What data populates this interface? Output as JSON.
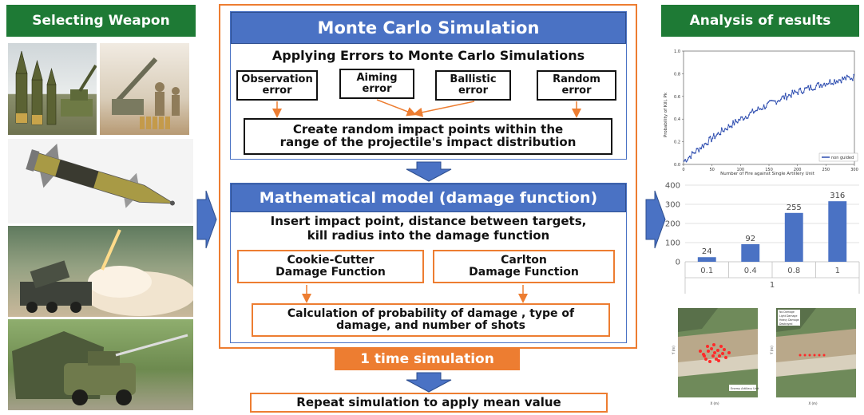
{
  "left": {
    "header": "Selecting Weapon"
  },
  "center": {
    "mc_title": "Monte Carlo Simulation",
    "mc_subtitle": "Applying Errors to Monte Carlo Simulations",
    "errors": [
      {
        "line1": "Observation",
        "line2": "error"
      },
      {
        "line1": "Aiming",
        "line2": "error"
      },
      {
        "line1": "Ballistic",
        "line2": "error"
      },
      {
        "line1": "Random",
        "line2": "error"
      }
    ],
    "impact_line1": "Create random impact points within the",
    "impact_line2": "range of the projectile's impact distribution",
    "math_title": "Mathematical model (damage function)",
    "insert_line1": "Insert impact point, distance between targets,",
    "insert_line2": "kill radius into the damage function",
    "cookie_line1": "Cookie-Cutter",
    "cookie_line2": "Damage Function",
    "carlton_line1": "Carlton",
    "carlton_line2": "Damage Function",
    "calc_line1": "Calculation of probability of damage , type of",
    "calc_line2": "damage, and number of shots",
    "one_time": "1 time simulation",
    "repeat": "Repeat simulation to apply mean value"
  },
  "right": {
    "header": "Analysis of results",
    "line_chart": {
      "ylabel": "Probability of Kill, Pk",
      "xlabel": "Number of Fire against Single Artillery Unit",
      "legend": "non guided",
      "yticks": [
        "0.0",
        "0.2",
        "0.4",
        "0.6",
        "0.8",
        "1.0"
      ],
      "xticks": [
        "0",
        "50",
        "100",
        "150",
        "200",
        "250",
        "300"
      ]
    },
    "maps": {
      "legend_left": "Enemy Artillery Unit",
      "legend_right": [
        "No Damage",
        "Light Damage",
        "Heavy Damage",
        "Destroyed"
      ],
      "ylabel": "Y (m)",
      "xlabel": "X (m)"
    }
  },
  "chart_data": [
    {
      "type": "line",
      "title": "",
      "xlabel": "Number of Fire against Single Artillery Unit",
      "ylabel": "Probability of Kill, Pk",
      "xlim": [
        0,
        300
      ],
      "ylim": [
        0,
        1
      ],
      "grid": false,
      "legend_position": "bottom-right",
      "series": [
        {
          "name": "non guided",
          "x": [
            1,
            25,
            50,
            75,
            100,
            125,
            150,
            175,
            200,
            225,
            250,
            275,
            300
          ],
          "y": [
            0.03,
            0.13,
            0.23,
            0.32,
            0.4,
            0.47,
            0.53,
            0.59,
            0.64,
            0.68,
            0.72,
            0.75,
            0.77
          ]
        }
      ]
    },
    {
      "type": "bar",
      "title": "",
      "categories": [
        "0.1",
        "0.4",
        "0.8",
        "1"
      ],
      "values": [
        24,
        92,
        255,
        316
      ],
      "xlabel": "1",
      "ylabel": "",
      "ylim": [
        0,
        400
      ],
      "yticks": [
        "0",
        "100",
        "200",
        "300",
        "400"
      ],
      "grid": true
    }
  ]
}
